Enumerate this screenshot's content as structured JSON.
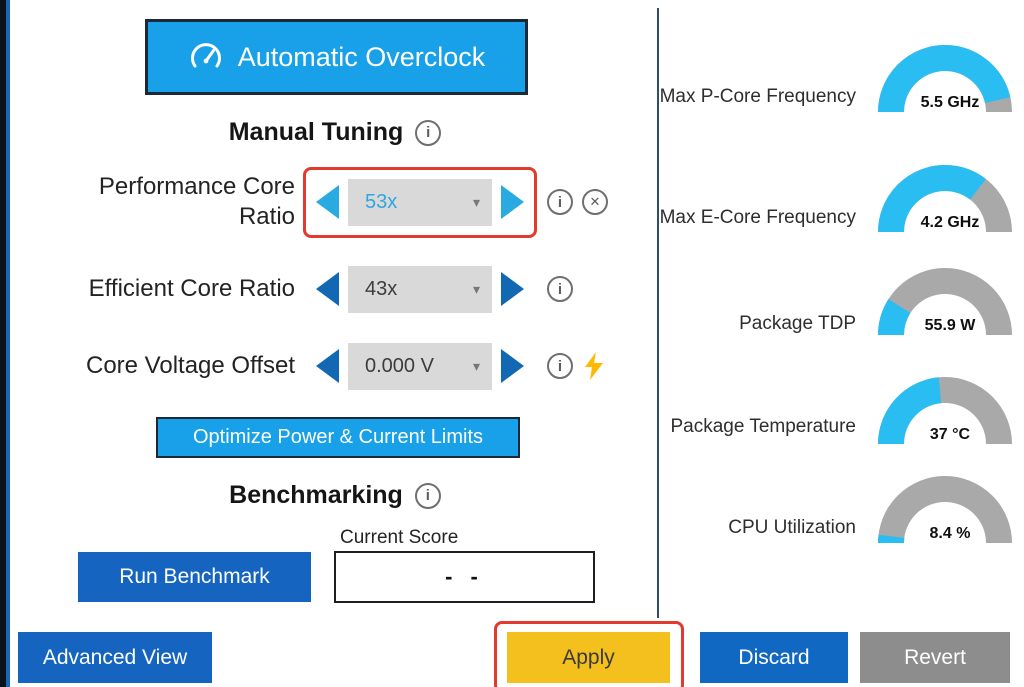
{
  "colors": {
    "cyan_button": "#18a0e8",
    "dark_blue_button": "#1565c0",
    "apply_yellow": "#f3c01d",
    "revert_gray": "#8d8d8d",
    "highlight_red": "#e23b2e",
    "gauge_fill_cyan": "#29bdf2",
    "gauge_track_gray": "#a9a9a9",
    "selected_value_cyan": "#2da7e0",
    "bolt_gold": "#ffb900"
  },
  "icons": {
    "info": "i",
    "close": "✕",
    "caret": "▾"
  },
  "left_panel": {
    "auto_overclock_label": "Automatic Overclock",
    "manual_tuning_title": "Manual Tuning",
    "rows": [
      {
        "label": "Performance Core Ratio",
        "value": "53x"
      },
      {
        "label": "Efficient Core Ratio",
        "value": "43x"
      },
      {
        "label": "Core Voltage Offset",
        "value": "0.000 V"
      }
    ],
    "optimize_label": "Optimize Power & Current Limits",
    "benchmarking_title": "Benchmarking",
    "current_score_label": "Current Score",
    "run_benchmark_label": "Run Benchmark",
    "score_value": "- -"
  },
  "footer": {
    "advanced_view": "Advanced View",
    "apply": "Apply",
    "discard": "Discard",
    "revert": "Revert"
  },
  "gauges": [
    {
      "label": "Max P-Core Frequency",
      "value": "5.5 GHz",
      "percent": 93
    },
    {
      "label": "Max E-Core Frequency",
      "value": "4.2 GHz",
      "percent": 71
    },
    {
      "label": "Package TDP",
      "value": "55.9 W",
      "percent": 18
    },
    {
      "label": "Package Temperature",
      "value": "37 °C",
      "percent": 47
    },
    {
      "label": "CPU Utilization",
      "value": "8.4 %",
      "percent": 4
    }
  ]
}
